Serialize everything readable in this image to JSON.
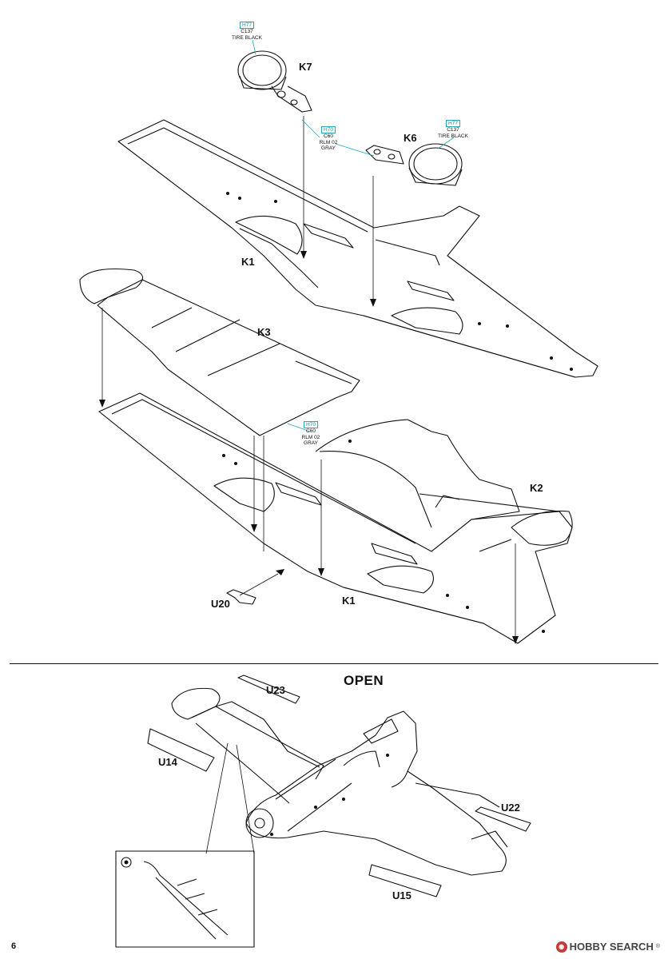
{
  "page": {
    "number": "6",
    "watermark": "HOBBY SEARCH",
    "watermark_reg": "®"
  },
  "upper_steps": {
    "parts": {
      "k7": "K7",
      "k6": "K6",
      "k1_top": "K1",
      "k3": "K3",
      "k2": "K2",
      "k1_bottom": "K1",
      "u20": "U20"
    },
    "callouts": {
      "tire_k7": {
        "code": "H77",
        "line1": "C137",
        "line2": "TIRE BLACK"
      },
      "strut": {
        "code": "H70",
        "line1": "C60",
        "line2": "RLM 02",
        "line3": "GRAY"
      },
      "tire_k6": {
        "code": "H77",
        "line1": "C137",
        "line2": "TIRE BLACK"
      },
      "wing": {
        "code": "H70",
        "line1": "C60",
        "line2": "RLM 02",
        "line3": "GRAY"
      }
    }
  },
  "lower_step": {
    "title": "OPEN",
    "parts": {
      "u23": "U23",
      "u14": "U14",
      "u22": "U22",
      "u15": "U15"
    },
    "detail_icon": "magnifier-icon"
  },
  "colors": {
    "line": "#111111",
    "callout_accent": "#2aa8b8",
    "watermark_logo": "#c23a3a"
  }
}
